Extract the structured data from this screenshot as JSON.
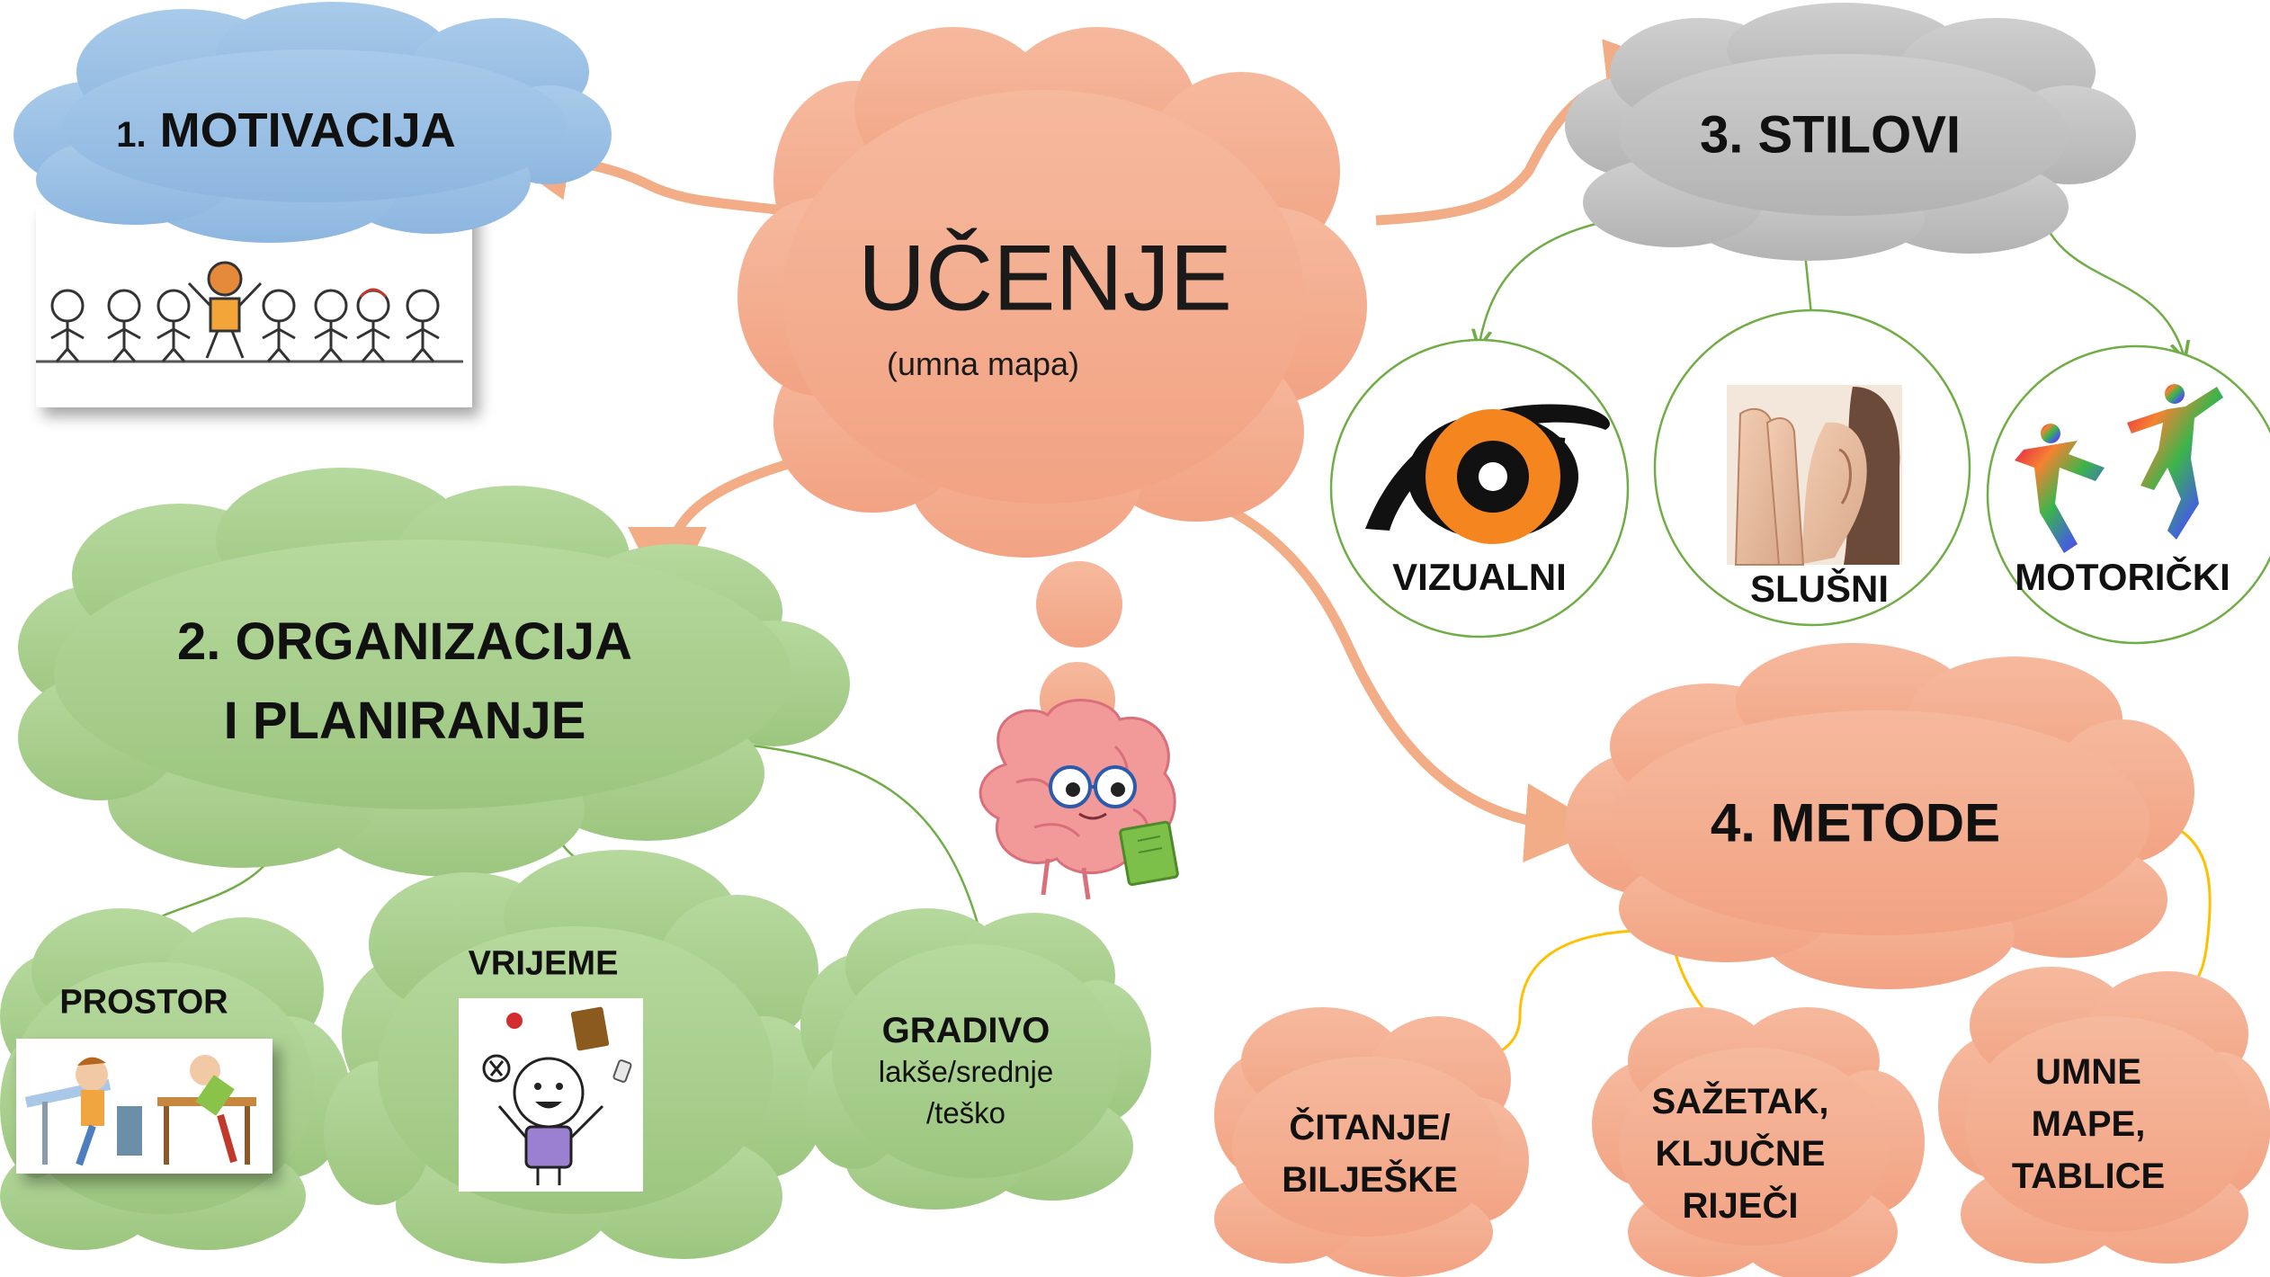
{
  "center": {
    "title": "UČENJE",
    "subtitle": "(umna mapa)"
  },
  "motivation": {
    "number": "1.",
    "title": "MOTIVACIJA"
  },
  "organization": {
    "line1": "2. ORGANIZACIJA",
    "line2": "I PLANIRANJE",
    "space": "PROSTOR",
    "time": "VRIJEME",
    "material": "GRADIVO",
    "material_detail_1": "lakše/srednje",
    "material_detail_2": "/teško"
  },
  "styles": {
    "title": "3. STILOVI",
    "visual": "VIZUALNI",
    "auditory": "SLUŠNI",
    "motor": "MOTORIČKI"
  },
  "methods": {
    "title": "4. METODE",
    "reading_1": "ČITANJE/",
    "reading_2": "BILJEŠKE",
    "summary_1": "SAŽETAK,",
    "summary_2": "KLJUČNE",
    "summary_3": "RIJEČI",
    "maps_1": "UMNE",
    "maps_2": "MAPE,",
    "maps_3": "TABLICE"
  },
  "colors": {
    "salmon": "#F4B091",
    "salmon_dark": "#F09A78",
    "blue": "#9DC3E6",
    "green": "#A9D18E",
    "gray": "#BFBFBF",
    "arrow_salmon": "#F2AC86",
    "connector_green": "#70AD47",
    "connector_yellow": "#FFC000",
    "eye_orange": "#F5851F"
  },
  "icons": [
    "thought-bubble-icon",
    "brain-reading-icon",
    "eye-icon",
    "ear-icon",
    "dancers-icon",
    "stick-figures-icon",
    "desk-kids-icon",
    "juggling-figure-icon"
  ]
}
